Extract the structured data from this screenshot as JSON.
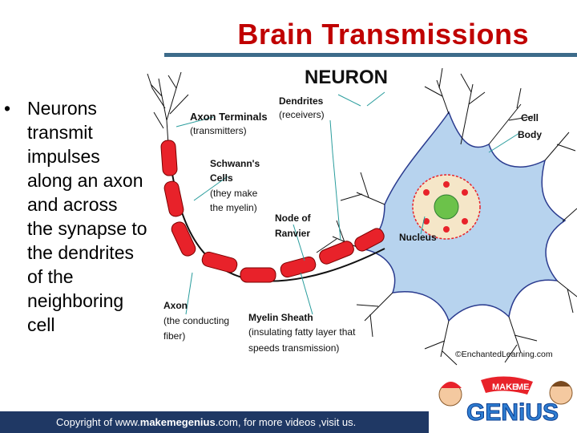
{
  "slide": {
    "title": "Brain Transmissions",
    "bullet": "•",
    "bullet_text": "Neurons transmit impulses along an axon and across the synapse to the dendrites of the neighboring cell"
  },
  "diagram": {
    "heading": "NEURON",
    "labels": {
      "axon_terminals": "Axon Terminals",
      "axon_terminals_sub": "(transmitters)",
      "dendrites": "Dendrites",
      "dendrites_sub": "(receivers)",
      "cell_body_1": "Cell",
      "cell_body_2": "Body",
      "schwann_1": "Schwann's",
      "schwann_2": "Cells",
      "schwann_3": "(they make",
      "schwann_4": "the myelin)",
      "node_1": "Node of",
      "node_2": "Ranvier",
      "nucleus": "Nucleus",
      "axon": "Axon",
      "axon_sub_1": "(the conducting",
      "axon_sub_2": "fiber)",
      "myelin_1": "Myelin Sheath",
      "myelin_2": "(insulating fatty layer that",
      "myelin_3": "speeds transmission)",
      "credit": "©EnchantedLearning.com"
    },
    "colors": {
      "myelin": "#e8222a",
      "cell_body": "#b7d3ee",
      "nucleus": "#f5e6c8",
      "nucleolus": "#6cc24a"
    }
  },
  "footer": {
    "prefix": "Copyright of  www.",
    "brand": "makemegenius",
    "suffix": ".com, for more videos ,visit us."
  },
  "logo": {
    "line1": "MAKE",
    "line2": "ME",
    "word": "GENiUS"
  }
}
